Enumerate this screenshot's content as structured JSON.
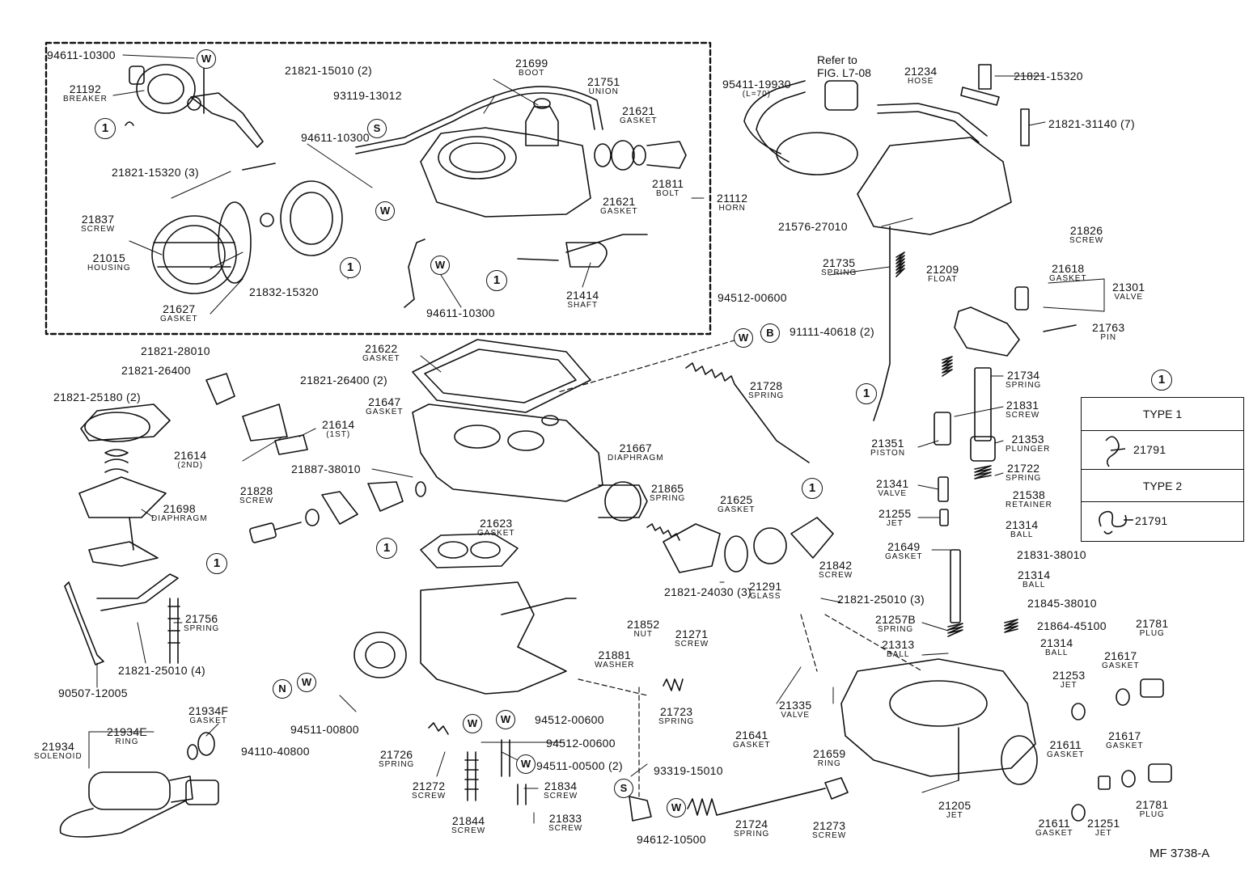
{
  "figure_id": "MF 3738-A",
  "reference_note": {
    "line1": "Refer to",
    "line2": "FIG. L7-08"
  },
  "callouts": [
    {
      "num": "94611-10300",
      "name": ""
    },
    {
      "num": "21192",
      "name": "BREAKER"
    },
    {
      "num": "21821-15010 (2)",
      "name": ""
    },
    {
      "num": "93119-13012",
      "name": ""
    },
    {
      "num": "21699",
      "name": "BOOT"
    },
    {
      "num": "21751",
      "name": "UNION"
    },
    {
      "num": "21621",
      "name": "GASKET"
    },
    {
      "num": "94611-10300",
      "name": ""
    },
    {
      "num": "21821-15320 (3)",
      "name": ""
    },
    {
      "num": "21837",
      "name": "SCREW"
    },
    {
      "num": "21015",
      "name": "HOUSING"
    },
    {
      "num": "21832-15320",
      "name": ""
    },
    {
      "num": "21627",
      "name": "GASKET"
    },
    {
      "num": "94611-10300",
      "name": ""
    },
    {
      "num": "21414",
      "name": "SHAFT"
    },
    {
      "num": "21621",
      "name": "GASKET"
    },
    {
      "num": "21811",
      "name": "BOLT"
    },
    {
      "num": "21112",
      "name": "HORN"
    },
    {
      "num": "95411-19930",
      "name": "(L=70)"
    },
    {
      "num": "21234",
      "name": "HOSE"
    },
    {
      "num": "21821-15320",
      "name": ""
    },
    {
      "num": "21821-31140 (7)",
      "name": ""
    },
    {
      "num": "21576-27010",
      "name": ""
    },
    {
      "num": "21826",
      "name": "SCREW"
    },
    {
      "num": "21735",
      "name": "SPRING"
    },
    {
      "num": "21209",
      "name": "FLOAT"
    },
    {
      "num": "21618",
      "name": "GASKET"
    },
    {
      "num": "21301",
      "name": "VALVE"
    },
    {
      "num": "21763",
      "name": "PIN"
    },
    {
      "num": "94512-00600",
      "name": ""
    },
    {
      "num": "91111-40618 (2)",
      "name": ""
    },
    {
      "num": "21821-28010",
      "name": ""
    },
    {
      "num": "21821-26400",
      "name": ""
    },
    {
      "num": "21821-26400 (2)",
      "name": ""
    },
    {
      "num": "21622",
      "name": "GASKET"
    },
    {
      "num": "21728",
      "name": "SPRING"
    },
    {
      "num": "21821-25180 (2)",
      "name": ""
    },
    {
      "num": "21647",
      "name": "GASKET"
    },
    {
      "num": "21614",
      "name": "(1ST)"
    },
    {
      "num": "21614",
      "name": "(2ND)"
    },
    {
      "num": "21887-38010",
      "name": ""
    },
    {
      "num": "21667",
      "name": "DIAPHRAGM"
    },
    {
      "num": "21734",
      "name": "SPRING"
    },
    {
      "num": "21831",
      "name": "SCREW"
    },
    {
      "num": "21353",
      "name": "PLUNGER"
    },
    {
      "num": "21351",
      "name": "PISTON"
    },
    {
      "num": "21722",
      "name": "SPRING"
    },
    {
      "num": "21341",
      "name": "VALVE"
    },
    {
      "num": "21538",
      "name": "RETAINER"
    },
    {
      "num": "21255",
      "name": "JET"
    },
    {
      "num": "21314",
      "name": "BALL"
    },
    {
      "num": "21649",
      "name": "GASKET"
    },
    {
      "num": "21831-38010",
      "name": ""
    },
    {
      "num": "21828",
      "name": "SCREW"
    },
    {
      "num": "21698",
      "name": "DIAPHRAGM"
    },
    {
      "num": "21623",
      "name": "GASKET"
    },
    {
      "num": "21865",
      "name": "SPRING"
    },
    {
      "num": "21625",
      "name": "GASKET"
    },
    {
      "num": "21842",
      "name": "SCREW"
    },
    {
      "num": "21291",
      "name": "GLASS"
    },
    {
      "num": "21821-24030 (3)",
      "name": ""
    },
    {
      "num": "21821-25010 (3)",
      "name": ""
    },
    {
      "num": "21314",
      "name": "BALL"
    },
    {
      "num": "21845-38010",
      "name": ""
    },
    {
      "num": "21257B",
      "name": "SPRING"
    },
    {
      "num": "21864-45100",
      "name": ""
    },
    {
      "num": "21781",
      "name": "PLUG"
    },
    {
      "num": "21756",
      "name": "SPRING"
    },
    {
      "num": "21852",
      "name": "NUT"
    },
    {
      "num": "21271",
      "name": "SCREW"
    },
    {
      "num": "21881",
      "name": "WASHER"
    },
    {
      "num": "21313",
      "name": "BALL"
    },
    {
      "num": "21314",
      "name": "BALL"
    },
    {
      "num": "21617",
      "name": "GASKET"
    },
    {
      "num": "21253",
      "name": "JET"
    },
    {
      "num": "21821-25010 (4)",
      "name": ""
    },
    {
      "num": "90507-12005",
      "name": ""
    },
    {
      "num": "21723",
      "name": "SPRING"
    },
    {
      "num": "21335",
      "name": "VALVE"
    },
    {
      "num": "21641",
      "name": "GASKET"
    },
    {
      "num": "21611",
      "name": "GASKET"
    },
    {
      "num": "21934F",
      "name": "GASKET"
    },
    {
      "num": "21934E",
      "name": "RING"
    },
    {
      "num": "21934",
      "name": "SOLENOID"
    },
    {
      "num": "94511-00800",
      "name": ""
    },
    {
      "num": "94110-40800",
      "name": ""
    },
    {
      "num": "94512-00600",
      "name": ""
    },
    {
      "num": "94512-00600",
      "name": ""
    },
    {
      "num": "21726",
      "name": "SPRING"
    },
    {
      "num": "94511-00500 (2)",
      "name": ""
    },
    {
      "num": "93319-15010",
      "name": ""
    },
    {
      "num": "21659",
      "name": "RING"
    },
    {
      "num": "21617",
      "name": "GASKET"
    },
    {
      "num": "21272",
      "name": "SCREW"
    },
    {
      "num": "21834",
      "name": "SCREW"
    },
    {
      "num": "21205",
      "name": "JET"
    },
    {
      "num": "21844",
      "name": "SCREW"
    },
    {
      "num": "21833",
      "name": "SCREW"
    },
    {
      "num": "94612-10500",
      "name": ""
    },
    {
      "num": "21724",
      "name": "SPRING"
    },
    {
      "num": "21273",
      "name": "SCREW"
    },
    {
      "num": "21611",
      "name": "GASKET"
    },
    {
      "num": "21251",
      "name": "JET"
    },
    {
      "num": "21781",
      "name": "PLUG"
    }
  ],
  "markers": {
    "one": "1",
    "washer": "W",
    "spring_washer": "S",
    "nut": "N",
    "bolt": "B"
  },
  "legend": {
    "title_marker": "1",
    "type1": "TYPE 1",
    "type1_part": "21791",
    "type2": "TYPE 2",
    "type2_part": "21791"
  }
}
